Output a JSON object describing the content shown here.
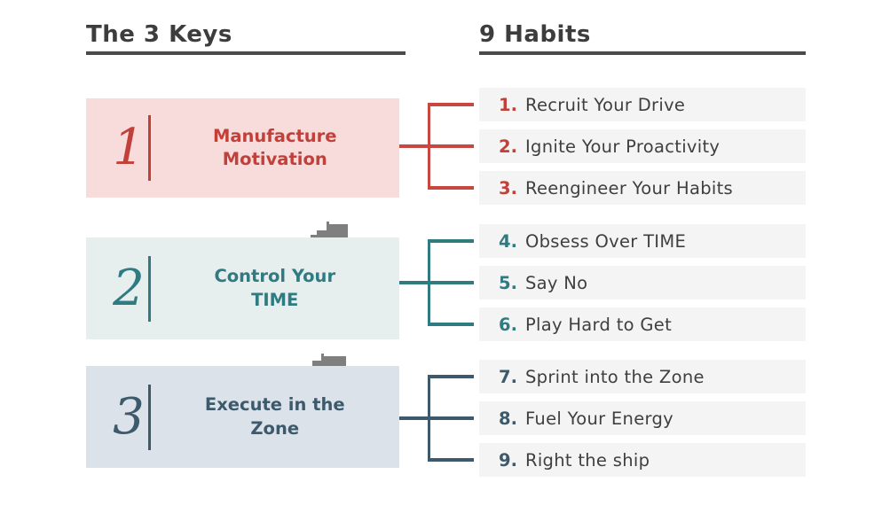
{
  "headers": {
    "left": "The 3 Keys",
    "right": "9 Habits"
  },
  "keys": [
    {
      "number": "1",
      "title": "Manufacture Motivation"
    },
    {
      "number": "2",
      "title": "Control Your TIME"
    },
    {
      "number": "3",
      "title": "Execute in the Zone"
    }
  ],
  "habits": [
    {
      "number": "1.",
      "title": "Recruit Your Drive"
    },
    {
      "number": "2.",
      "title": "Ignite Your Proactivity"
    },
    {
      "number": "3.",
      "title": "Reengineer Your Habits"
    },
    {
      "number": "4.",
      "title": "Obsess Over TIME"
    },
    {
      "number": "5.",
      "title": "Say No"
    },
    {
      "number": "6.",
      "title": "Play Hard to Get"
    },
    {
      "number": "7.",
      "title": "Sprint into the Zone"
    },
    {
      "number": "8.",
      "title": "Fuel Your Energy"
    },
    {
      "number": "9.",
      "title": "Right the ship"
    }
  ],
  "icons": {
    "above_key2": "ship-icon",
    "above_key3": "ship-icon"
  },
  "colors": {
    "key1_accent": "#c2403a",
    "key1_bg": "#f8dbdb",
    "key2_accent": "#2f7b81",
    "key2_bg": "#e7eeee",
    "key3_accent": "#3d5a6c",
    "key3_bg": "#dbe2e9",
    "habit_row_bg": "#f4f4f4",
    "body_text": "#3f3f3f",
    "header_text": "#3d3d3d",
    "header_underline": "#4a4a4a",
    "ship_gray": "#7f7f7f"
  }
}
